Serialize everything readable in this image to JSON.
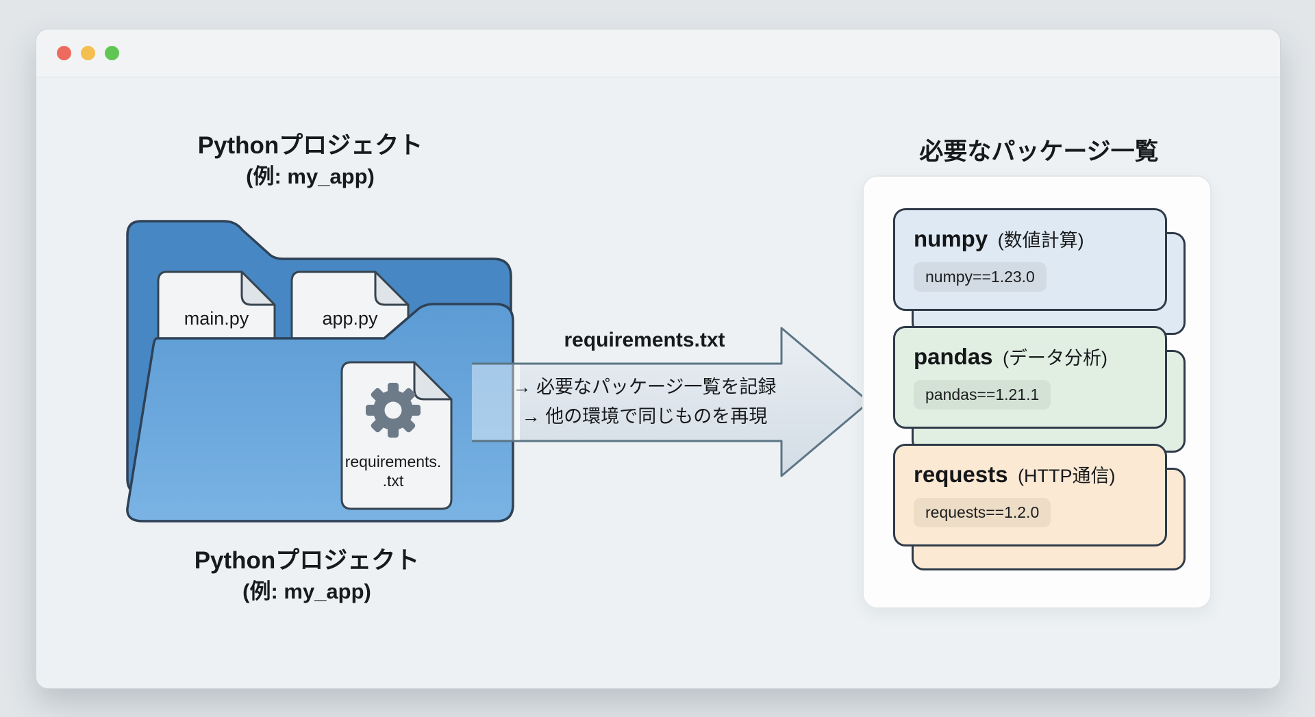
{
  "window": {
    "traffic_lights": [
      {
        "name": "close",
        "color": "#ec6a5e"
      },
      {
        "name": "minimize",
        "color": "#f5bf4f"
      },
      {
        "name": "zoom",
        "color": "#61c554"
      }
    ]
  },
  "project": {
    "label_top": {
      "line1": "Pythonプロジェクト",
      "line2": "(例: my_app)"
    },
    "label_bottom": {
      "line1": "Pythonプロジェクト",
      "line2": "(例: my_app)"
    },
    "files": [
      {
        "name": "main.py"
      },
      {
        "name": "app.py"
      }
    ],
    "requirements_file": {
      "line1": "requirements.",
      "line2": ".txt",
      "icon": "gear-icon"
    }
  },
  "arrow": {
    "title": "requirements.txt",
    "note_line1": "→ 必要なパッケージ一覧を記録",
    "note_line2": "→ 他の環境で同じものを再現"
  },
  "packages_panel": {
    "title": "必要なパッケージ一覧",
    "packages": [
      {
        "name": "numpy",
        "description": "(数値計算)",
        "pin": "numpy==1.23.0",
        "card_color": "#dfe9f3",
        "pill_color": "#d2dbe3"
      },
      {
        "name": "pandas",
        "description": "(データ分析)",
        "pin": "pandas==1.21.1",
        "card_color": "#e1efe3",
        "pill_color": "#d3e2d5"
      },
      {
        "name": "requests",
        "description": "(HTTP通信)",
        "pin": "requests==1.2.0",
        "card_color": "#fbe9d3",
        "pill_color": "#eeddc6"
      }
    ]
  },
  "colors": {
    "page_background": "#e2e6e9",
    "window_background": "#edf1f3",
    "titlebar_background": "#f1f3f4",
    "folder_back": "#4787c3",
    "folder_front": "#69a8dd",
    "file_fill": "#f2f4f6",
    "outline_dark": "#2e4156",
    "arrow_fill": "#dde5ec",
    "arrow_stroke": "#5b7585",
    "text": "#17191b"
  }
}
